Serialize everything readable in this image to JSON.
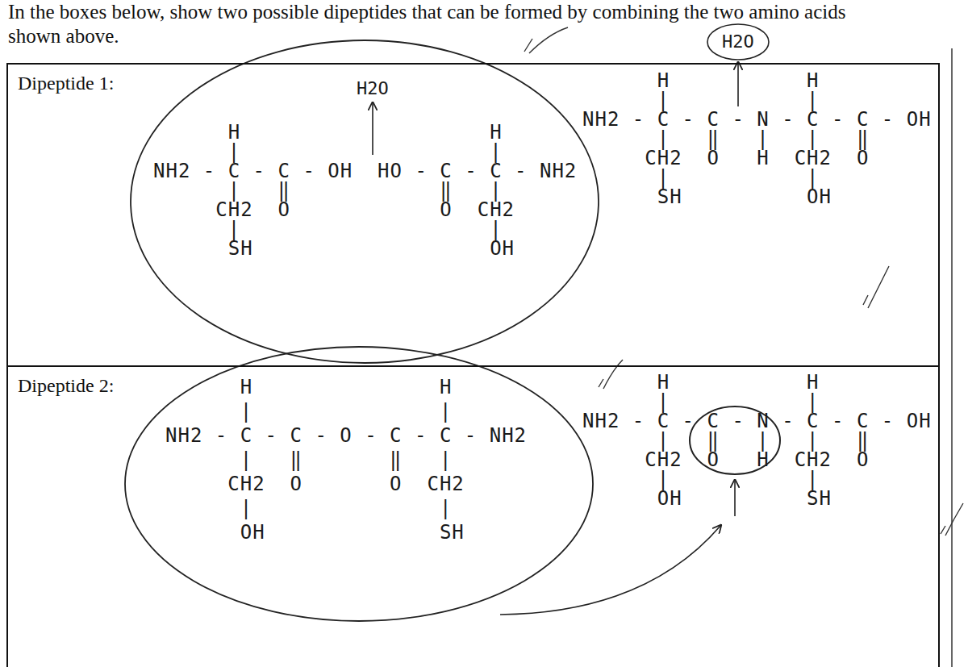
{
  "diagram": {
    "nodes": [
      {
        "text": [
          "Dipeptide 1:"
        ]
      },
      {
        "text": [
          "Dipeptide 2:"
        ]
      }
    ],
    "labels": [
      "In the boxes below, show two possible dipeptides that can be formed by combining the two amino acids shown above.",
      "      H                    H",
      "      |                    |",
      "NH2 - C - C - OH  HO - C - C - NH2",
      "      |   ‖            ‖   |",
      "     CH2  O            O  CH2",
      "      |                    |",
      "      SH                   OH",
      "H2O",
      "      H           H",
      "      |           |",
      "NH2 - C - C - N - C - C - OH",
      "      |   ‖   |   |   ‖",
      "     CH2  O   H  CH2  O",
      "      |           |",
      "      SH          OH",
      "H2O",
      "      H               H",
      "      |               |",
      "NH2 - C - C - O - C - C - NH2",
      "      |   ‖       ‖   |",
      "     CH2  O       O  CH2",
      "      |               |",
      "      OH              SH",
      "      H           H",
      "      |           |",
      "NH2 - C - C - N - C - C - OH",
      "      |   ‖   |   |   ‖",
      "     CH2  O   H  CH2  O",
      "      |           |",
      "      OH          SH"
    ]
  }
}
